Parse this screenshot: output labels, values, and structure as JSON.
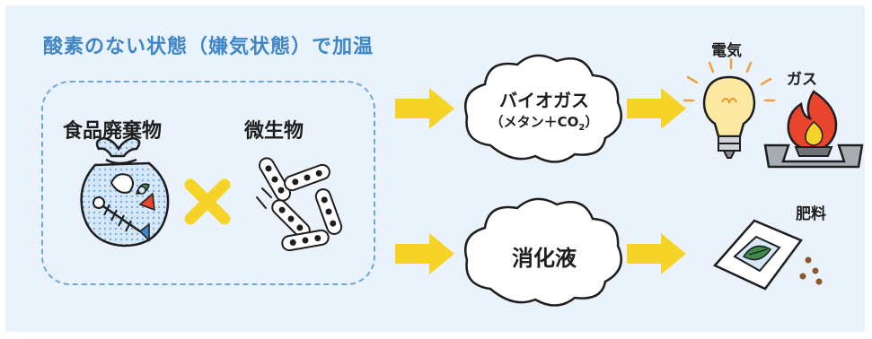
{
  "diagram": {
    "heading": "酸素のない状態（嫌気状態）で加温",
    "food_waste_label": "食品廃棄物",
    "microbes_label": "微生物",
    "biogas": {
      "line1": "バイオガス",
      "line2_prefix": "（メタン＋CO",
      "line2_sub": "2",
      "line2_suffix": "）"
    },
    "digestate": "消化液",
    "electricity_label": "電気",
    "gas_label": "ガス",
    "fertilizer_label": "肥料"
  },
  "colors": {
    "panel": "#eaf3fb",
    "accent_blue": "#3f86c8",
    "arrow_yellow": "#f6d327",
    "flame_red": "#e8452c",
    "bulb_yellow": "#fde9a2",
    "leaf_green": "#3d8c4a"
  },
  "icons": [
    "food-waste-bag-icon",
    "cross-icon",
    "microbes-icon",
    "cloud-icon",
    "arrow-icon",
    "light-bulb-icon",
    "gas-burner-icon",
    "fertilizer-bag-icon"
  ]
}
